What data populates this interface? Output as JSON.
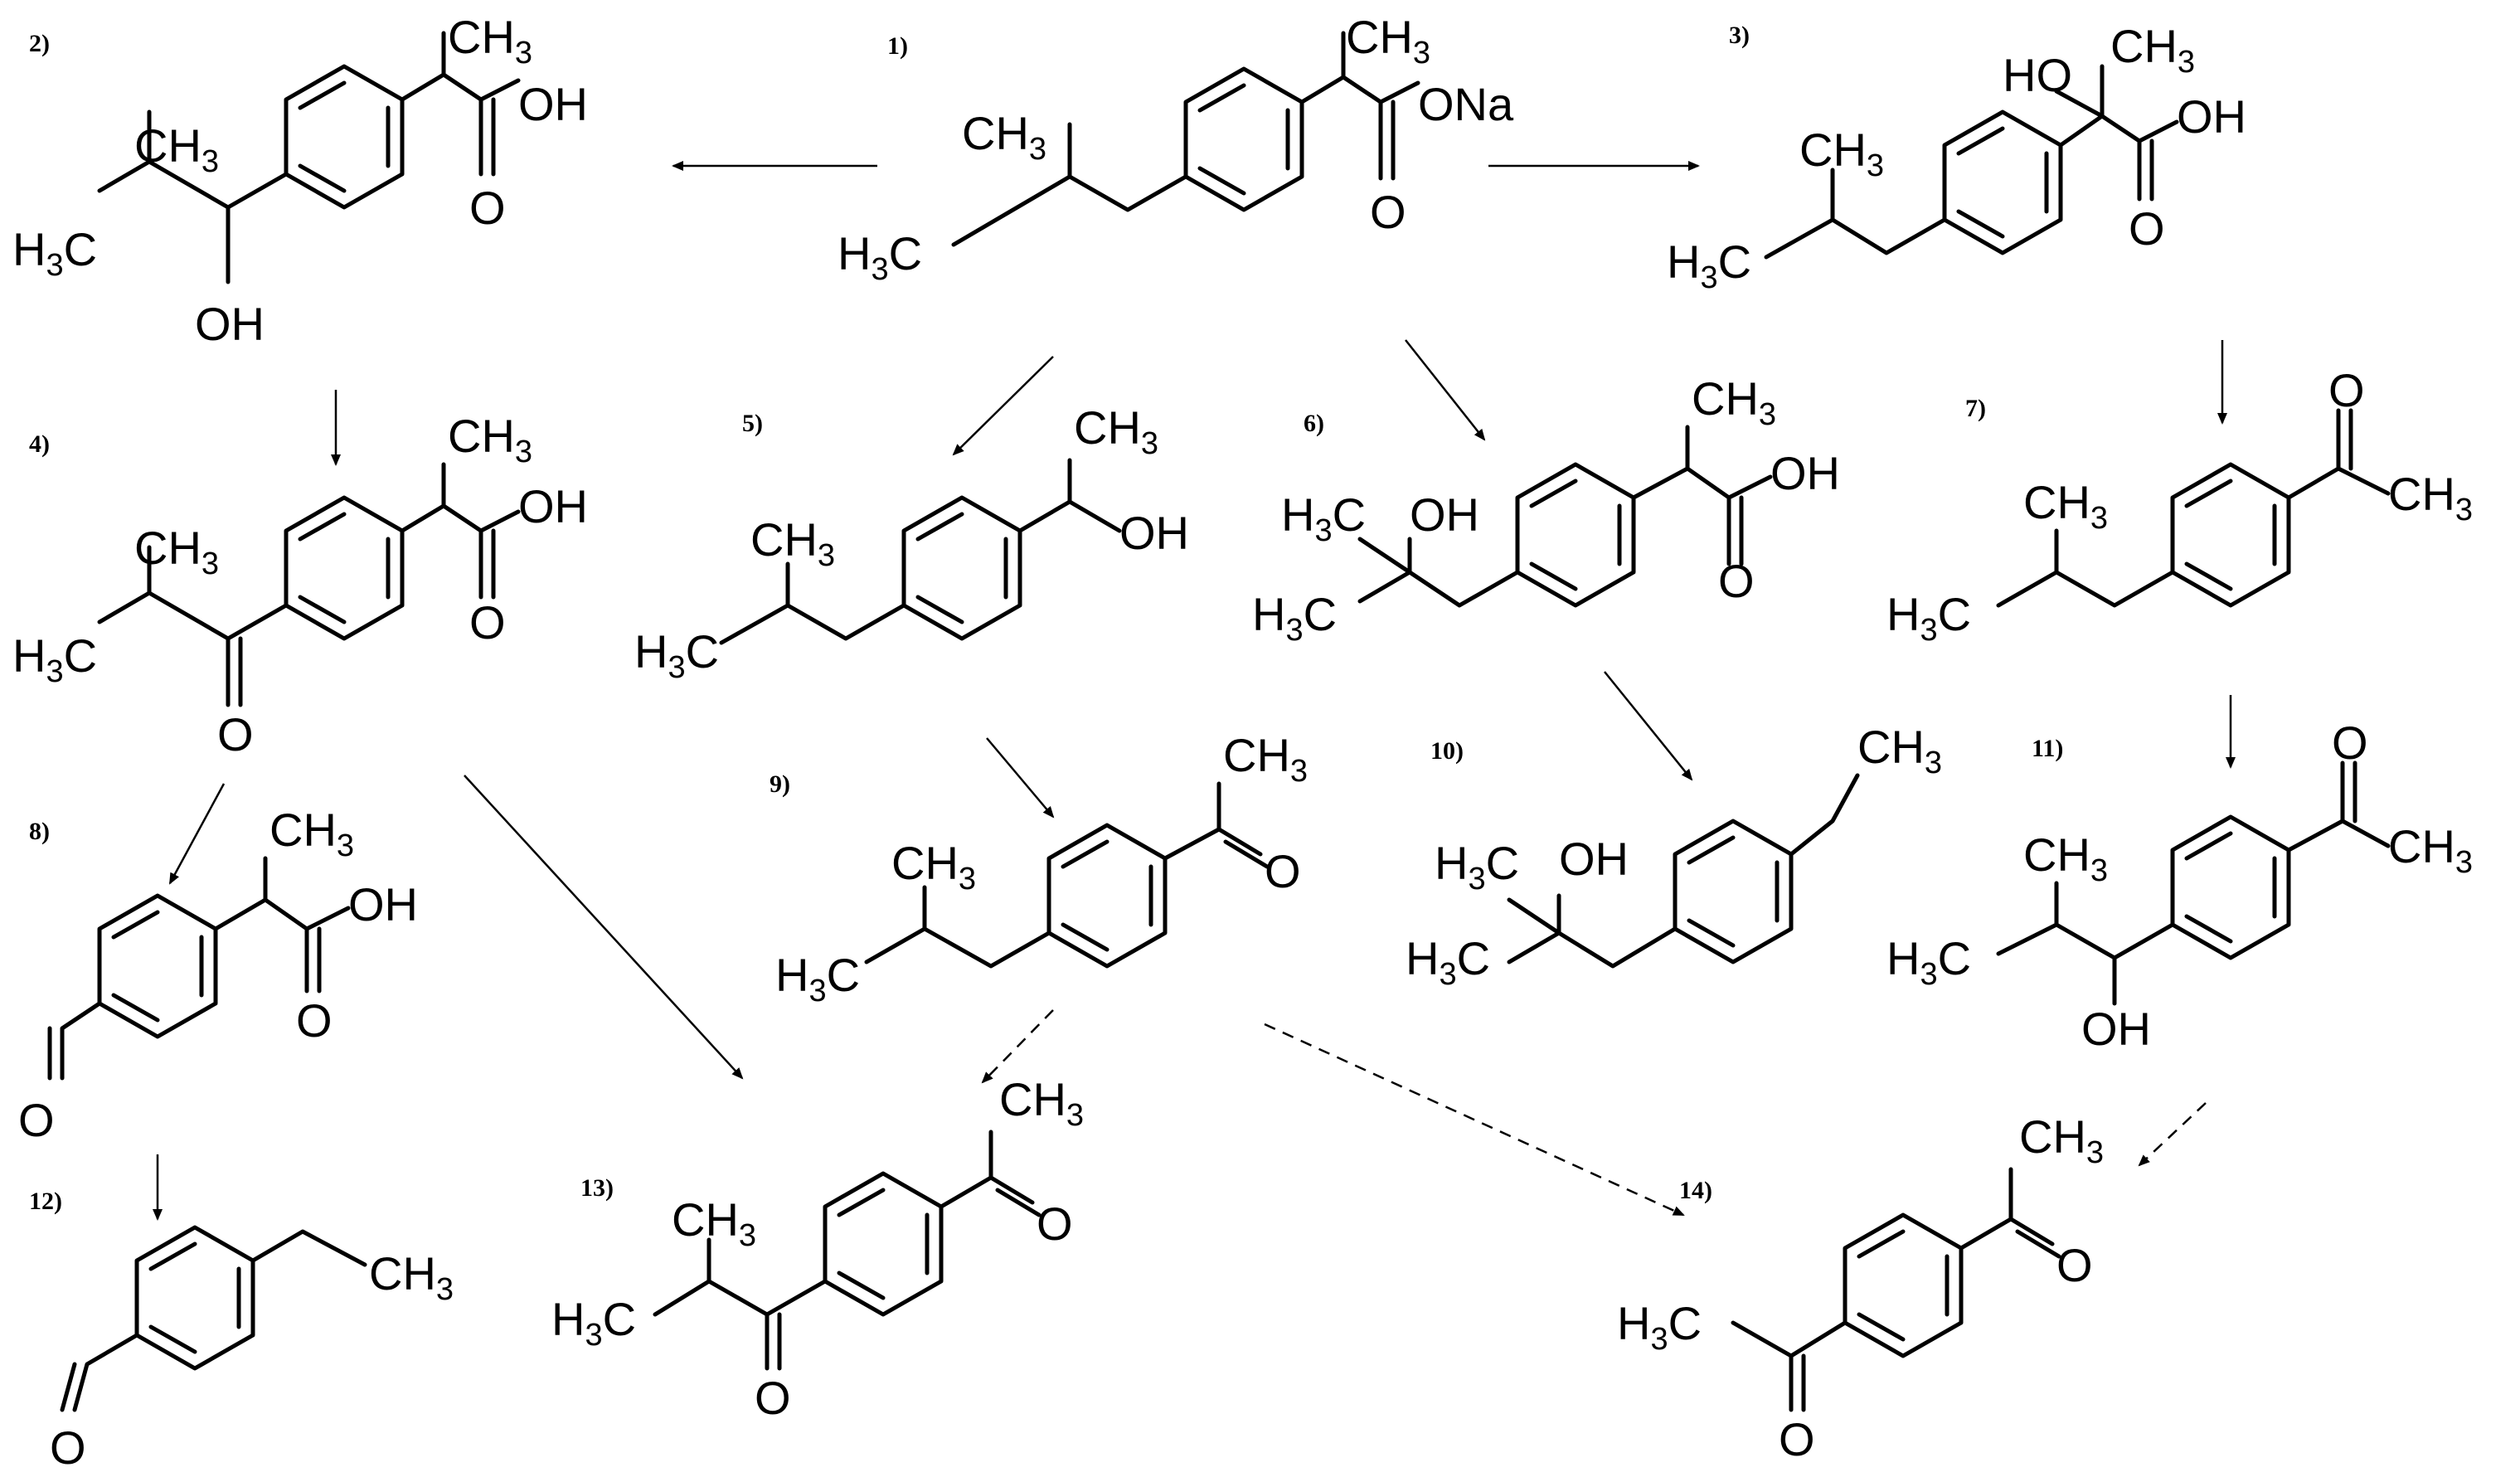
{
  "compounds": [
    {
      "id": "c1",
      "number": "1)"
    },
    {
      "id": "c2",
      "number": "2)"
    },
    {
      "id": "c3",
      "number": "3)"
    },
    {
      "id": "c4",
      "number": "4)"
    },
    {
      "id": "c5",
      "number": "5)"
    },
    {
      "id": "c6",
      "number": "6)"
    },
    {
      "id": "c7",
      "number": "7)"
    },
    {
      "id": "c8",
      "number": "8)"
    },
    {
      "id": "c9",
      "number": "9)"
    },
    {
      "id": "c10",
      "number": "10)"
    },
    {
      "id": "c11",
      "number": "11)"
    },
    {
      "id": "c12",
      "number": "12)"
    },
    {
      "id": "c13",
      "number": "13)"
    },
    {
      "id": "c14",
      "number": "14)"
    }
  ],
  "atoms": {
    "ch3": "CH",
    "ch3_sub": "3",
    "h3c": "H",
    "h3c_sub": "3",
    "h3c_c": "C",
    "oh": "OH",
    "ho": "HO",
    "o": "O",
    "ona": "ONa"
  },
  "arrows": [
    {
      "from": "1)",
      "to": "2)",
      "style": "solid"
    },
    {
      "from": "1)",
      "to": "3)",
      "style": "solid"
    },
    {
      "from": "1)",
      "to": "5)",
      "style": "solid"
    },
    {
      "from": "1)",
      "to": "6)",
      "style": "solid"
    },
    {
      "from": "2)",
      "to": "4)",
      "style": "solid"
    },
    {
      "from": "3)",
      "to": "7)",
      "style": "solid"
    },
    {
      "from": "4)",
      "to": "8)",
      "style": "solid"
    },
    {
      "from": "4)",
      "to": "13)",
      "style": "solid"
    },
    {
      "from": "5)",
      "to": "9)",
      "style": "solid"
    },
    {
      "from": "6)",
      "to": "10)",
      "style": "solid"
    },
    {
      "from": "7)",
      "to": "11)",
      "style": "solid"
    },
    {
      "from": "8)",
      "to": "12)",
      "style": "solid"
    },
    {
      "from": "9)",
      "to": "13)",
      "style": "dashed"
    },
    {
      "from": "9)",
      "to": "14)",
      "style": "dashed"
    },
    {
      "from": "11)",
      "to": "14)",
      "style": "dashed"
    }
  ]
}
